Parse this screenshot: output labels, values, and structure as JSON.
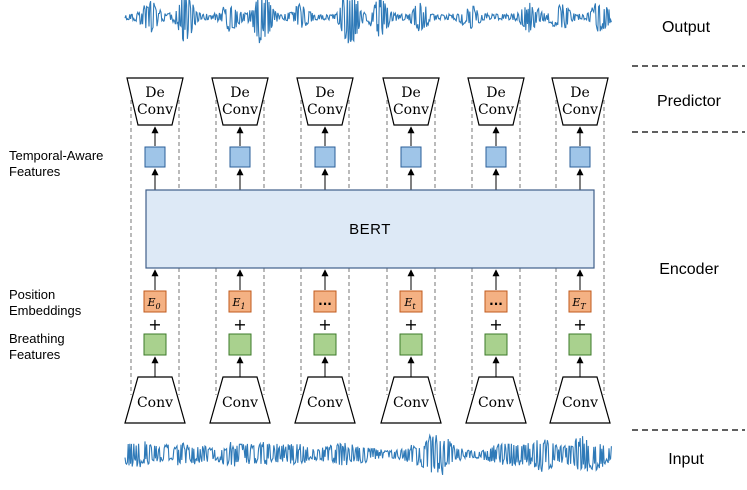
{
  "colors": {
    "waveform": "#2f7ab8",
    "feature_blue": "#9fc5e8",
    "feature_blue_stroke": "#2b5f99",
    "embedding_orange": "#f4b183",
    "embedding_stroke": "#c05a1c",
    "breathing_green": "#a9d18e",
    "breathing_stroke": "#3c7a2a",
    "bert_fill": "#dde9f6",
    "bert_stroke": "#3f5f8a"
  },
  "stages": {
    "output": "Output",
    "predictor": "Predictor",
    "encoder": "Encoder",
    "input": "Input"
  },
  "left_labels": {
    "temporal_line1": "Temporal-Aware",
    "temporal_line2": "Features",
    "position_line1": "Position",
    "position_line2": "Embeddings",
    "breathing_line1": "Breathing",
    "breathing_line2": "Features"
  },
  "bert_label": "BERT",
  "deconv_line1": "De",
  "deconv_line2": "Conv",
  "conv_label": "Conv",
  "plus_sign": "+",
  "embeddings": [
    {
      "base": "E",
      "sub": "0"
    },
    {
      "base": "E",
      "sub": "1"
    },
    {
      "base": "...",
      "sub": ""
    },
    {
      "base": "E",
      "sub": "t"
    },
    {
      "base": "...",
      "sub": ""
    },
    {
      "base": "E",
      "sub": "T"
    }
  ]
}
